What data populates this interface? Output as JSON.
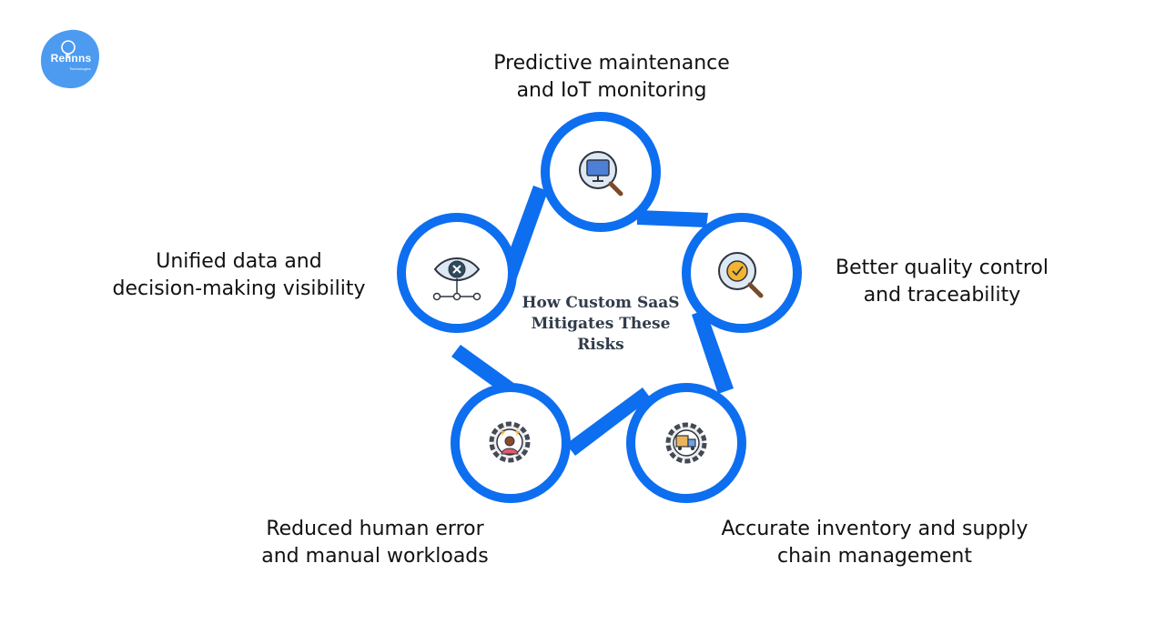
{
  "brand": {
    "name": "Relinns",
    "tagline": "Technologies",
    "color": "#4c9bf0"
  },
  "diagram": {
    "center_title": [
      "How Custom SaaS",
      "Mitigates These",
      "Risks"
    ],
    "ring_color": "#0d6ef0",
    "nodes": [
      {
        "id": "predictive",
        "icon": "monitor-magnifier-icon",
        "label": [
          "Predictive maintenance",
          "and IoT monitoring"
        ]
      },
      {
        "id": "quality",
        "icon": "quality-badge-magnifier-icon",
        "label": [
          "Better quality control",
          "and traceability"
        ]
      },
      {
        "id": "inventory",
        "icon": "inventory-truck-gear-icon",
        "label": [
          "Accurate inventory and supply",
          "chain management"
        ]
      },
      {
        "id": "human-error",
        "icon": "stressed-worker-gear-icon",
        "label": [
          "Reduced human error",
          "and manual workloads"
        ]
      },
      {
        "id": "visibility",
        "icon": "eye-network-icon",
        "label": [
          "Unified data and",
          "decision-making visibility"
        ]
      }
    ]
  }
}
